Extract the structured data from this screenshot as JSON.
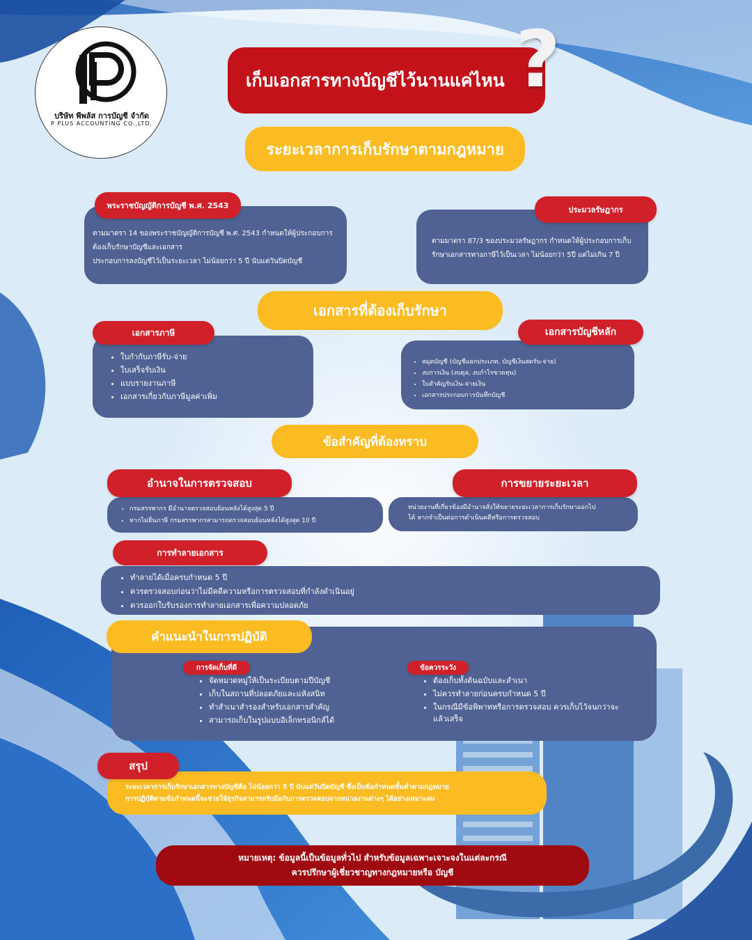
{
  "logo": {
    "company_th": "บริษัท พีพลัส การบัญชี จำกัด",
    "company_en": "P PLUS ACCOUNTING CO.,LTD."
  },
  "header": {
    "title": "เก็บเอกสารทางบัญชีไว้นานแค่ไหน",
    "question_mark": "?",
    "subtitle": "ระยะเวลาการเก็บรักษาตามกฎหมาย"
  },
  "law_left": {
    "label": "พระราชบัญญัติการบัญชี พ.ศ. 2543",
    "lines": [
      "ตามมาตรา 14 ของพระราชบัญญัติการบัญชี พ.ศ. 2543 กำหนดให้ผู้ประกอบการ",
      "ต้องเก็บรักษาบัญชีและเอกสาร",
      "ประกอบการลงบัญชีไว้เป็นระยะเวลา ไม่น้อยกว่า 5 ปี นับแต่วันปิดบัญชี"
    ]
  },
  "law_right": {
    "label": "ประมวลรัษฎากร",
    "lines": [
      "ตามมาตรา  87/3  ของประมวลรัษฎากร  กำหนดให้ผู้ประกอบการเก็บ",
      "รักษาเอกสารทางภาษีไว้เป็นเวลา ไม่น้อยกว่า 5ปี แต่ไม่เกิน 7 ปี"
    ]
  },
  "documents": {
    "heading": "เอกสารที่ต้องเก็บรักษา",
    "tax": {
      "label": "เอกสารภาษี",
      "items": [
        "ใบกำกับภาษีรับ-จ่าย",
        "ใบเสร็จรับเงิน",
        "แบบรายงานภาษี",
        "เอกสารเกี่ยวกับภาษีมูลค่าเพิ่ม"
      ]
    },
    "accounting": {
      "label": "เอกสารบัญชีหลัก",
      "items": [
        "สมุดบัญชี (บัญชีแยกประเภท, บัญชีเงินสดรับ-จ่าย)",
        "งบการเงิน (งบดุล, งบกำไรขาดทุน)",
        "ใบสำคัญรับเงิน-จ่ายเงิน",
        "เอกสารประกอบการบันทึกบัญชี"
      ]
    }
  },
  "important": {
    "heading": "ข้อสำคัญที่ต้องทราบ",
    "audit": {
      "label": "อำนาจในการตรวจสอบ",
      "items": [
        "กรมสรรพากร มีอำนาจตรวจสอบย้อนหลังได้สูงสุด 5 ปี",
        "หากไม่ยื่นภาษี กรมสรรพากรสามารถตรวจสอบย้อนหลังได้สูงสุด 10 ปี"
      ]
    },
    "extension": {
      "label": "การขยายระยะเวลา",
      "lines": [
        "หน่วยงานที่เกี่ยวข้องมีอำนาจสั่งให้ขยายระยะเวลาการเก็บรักษาออกไป",
        "ได้ หากจำเป็นต่อการดำเนินคดีหรือการตรวจสอบ"
      ]
    },
    "destroy": {
      "label": "การทำลายเอกสาร",
      "items": [
        "ทำลายได้เมื่อครบกำหนด 5 ปี",
        "ควรตรวจสอบก่อนว่าไม่มีคดีความหรือการตรวจสอบที่กำลังดำเนินอยู่",
        " ควรออกใบรับรองการทำลายเอกสารเพื่อความปลอดภัย"
      ]
    }
  },
  "practice": {
    "heading": "คำแนะนำในการปฏิบัติ",
    "storage": {
      "label": "การจัดเก็บที่ดี",
      "items": [
        "จัดหมวดหมู่ให้เป็นระเบียบตามปีบัญชี",
        "เก็บในสถานที่ปลอดภัยและแห้งสนิท",
        "ทำสำเนาสำรองสำหรับเอกสารสำคัญ",
        "สามารถเก็บในรูปแบบอิเล็กทรอนิกส์ได้"
      ]
    },
    "caution": {
      "label": "ข้อควรระวัง",
      "items": [
        "ต้องเก็บทั้งต้นฉบับและสำเนา",
        "ไม่ควรทำลายก่อนครบกำหนด 5 ปี",
        "ในกรณีมีข้อพิพาทหรือการตรวจสอบ ควรเก็บไว้จนกว่าจะแล้วเสร็จ"
      ]
    }
  },
  "summary": {
    "label": "สรุป",
    "lines": [
      "ระยะเวลาการเก็บรักษาเอกสารทางบัญชีคือ ไม่น้อยกว่า 5 ปี นับแต่วันปิดบัญชี ซึ่งเป็นข้อกำหนดขั้นต่ำตามกฎหมาย",
      "การปฏิบัติตามข้อกำหนดนี้จะช่วยให้ธุรกิจสามารถรับมือกับการตรวจสอบจากหน่วยงานต่างๆ ได้อย่างเหมาะสม"
    ]
  },
  "note": {
    "lines": [
      "หมายเหตุ: ข้อมูลนี้เป็นข้อมูลทั่วไป สำหรับข้อมูลเฉพาะเจาะจงในแต่ละกรณี",
      "ควรปรึกษาผู้เชี่ยวชาญทางกฎหมายหรือ บัญชี"
    ]
  },
  "colors": {
    "red": "#d0202a",
    "dark_red": "#9e0a10",
    "yellow": "#fbbb22",
    "card_blue": "#4f6293",
    "bg_light": "#dbe9f7"
  }
}
